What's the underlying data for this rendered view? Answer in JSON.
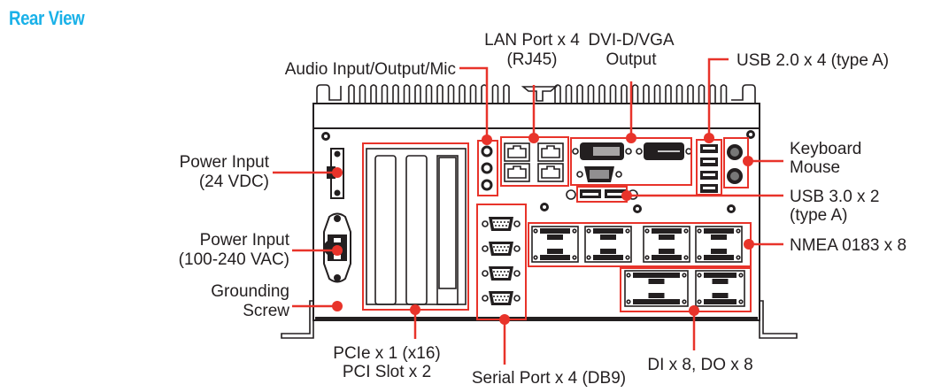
{
  "title": "Rear View",
  "colors": {
    "title": "#1ab1e8",
    "callout": "#e8332a",
    "outline": "#231f20"
  },
  "callouts": {
    "audio": {
      "lines": [
        "Audio Input/Output/Mic"
      ]
    },
    "lan": {
      "lines": [
        "LAN Port x 4",
        "(RJ45)"
      ]
    },
    "dvi": {
      "lines": [
        "DVI-D/VGA",
        "Output"
      ]
    },
    "usb2": {
      "lines": [
        "USB 2.0 x 4 (type A)"
      ]
    },
    "power_dc": {
      "lines": [
        "Power Input",
        "(24 VDC)"
      ]
    },
    "power_ac": {
      "lines": [
        "Power Input",
        "(100-240 VAC)"
      ]
    },
    "ground": {
      "lines": [
        "Grounding",
        "Screw"
      ]
    },
    "kbm": {
      "lines": [
        "Keyboard",
        "Mouse"
      ]
    },
    "usb3": {
      "lines": [
        "USB 3.0 x 2",
        "(type A)"
      ]
    },
    "nmea": {
      "lines": [
        "NMEA 0183 x 8"
      ]
    },
    "pci": {
      "lines": [
        "PCIe x 1 (x16)",
        "PCI Slot x 2"
      ]
    },
    "serial": {
      "lines": [
        "Serial Port x 4 (DB9)"
      ]
    },
    "dio": {
      "lines": [
        "DI x 8, DO x 8"
      ]
    }
  },
  "icons": [
    "heatsink-fins",
    "audio-jack-icon",
    "rj45-port-icon",
    "dvi-port-icon",
    "vga-port-icon",
    "usb-port-icon",
    "ps2-port-icon",
    "terminal-block-icon",
    "iec-power-inlet-icon",
    "db9-port-icon",
    "expansion-slot-icon",
    "screw-icon"
  ]
}
